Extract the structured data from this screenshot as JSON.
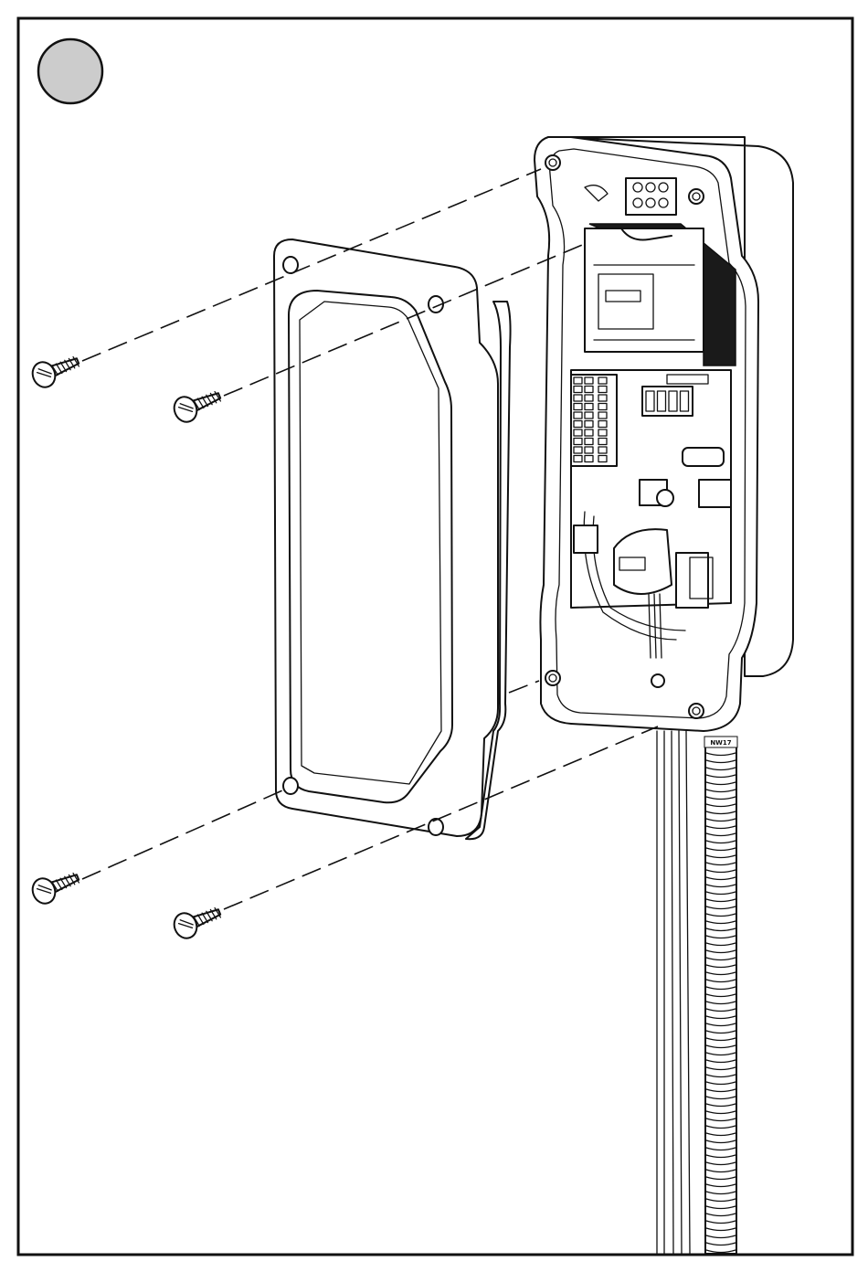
{
  "figure": {
    "step_badge": {
      "fill": "#cccccc",
      "stroke": "#111111"
    },
    "conduit_label": "NW17",
    "parts": {
      "enclosure": "control-box-enclosure",
      "gasket": "cover-gasket-frame",
      "screws": 4,
      "conduit": "corrugated-conduit"
    }
  }
}
